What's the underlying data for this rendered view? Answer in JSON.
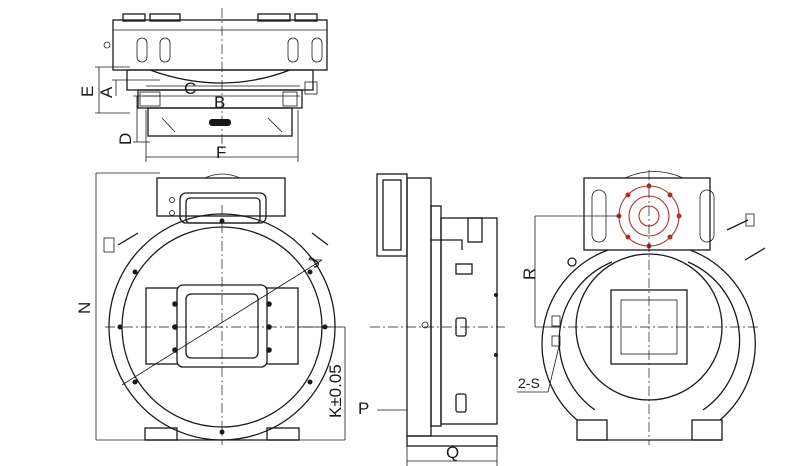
{
  "labels": {
    "A": "A",
    "B": "B",
    "C": "C",
    "D": "D",
    "E": "E",
    "F": "F",
    "J": "J",
    "K": "K±0.05",
    "N": "N",
    "P": "P",
    "Q": "Q",
    "R": "R",
    "S": "2-S"
  },
  "colors": {
    "line": "#1a1a1a",
    "highlight": "#b03030"
  }
}
